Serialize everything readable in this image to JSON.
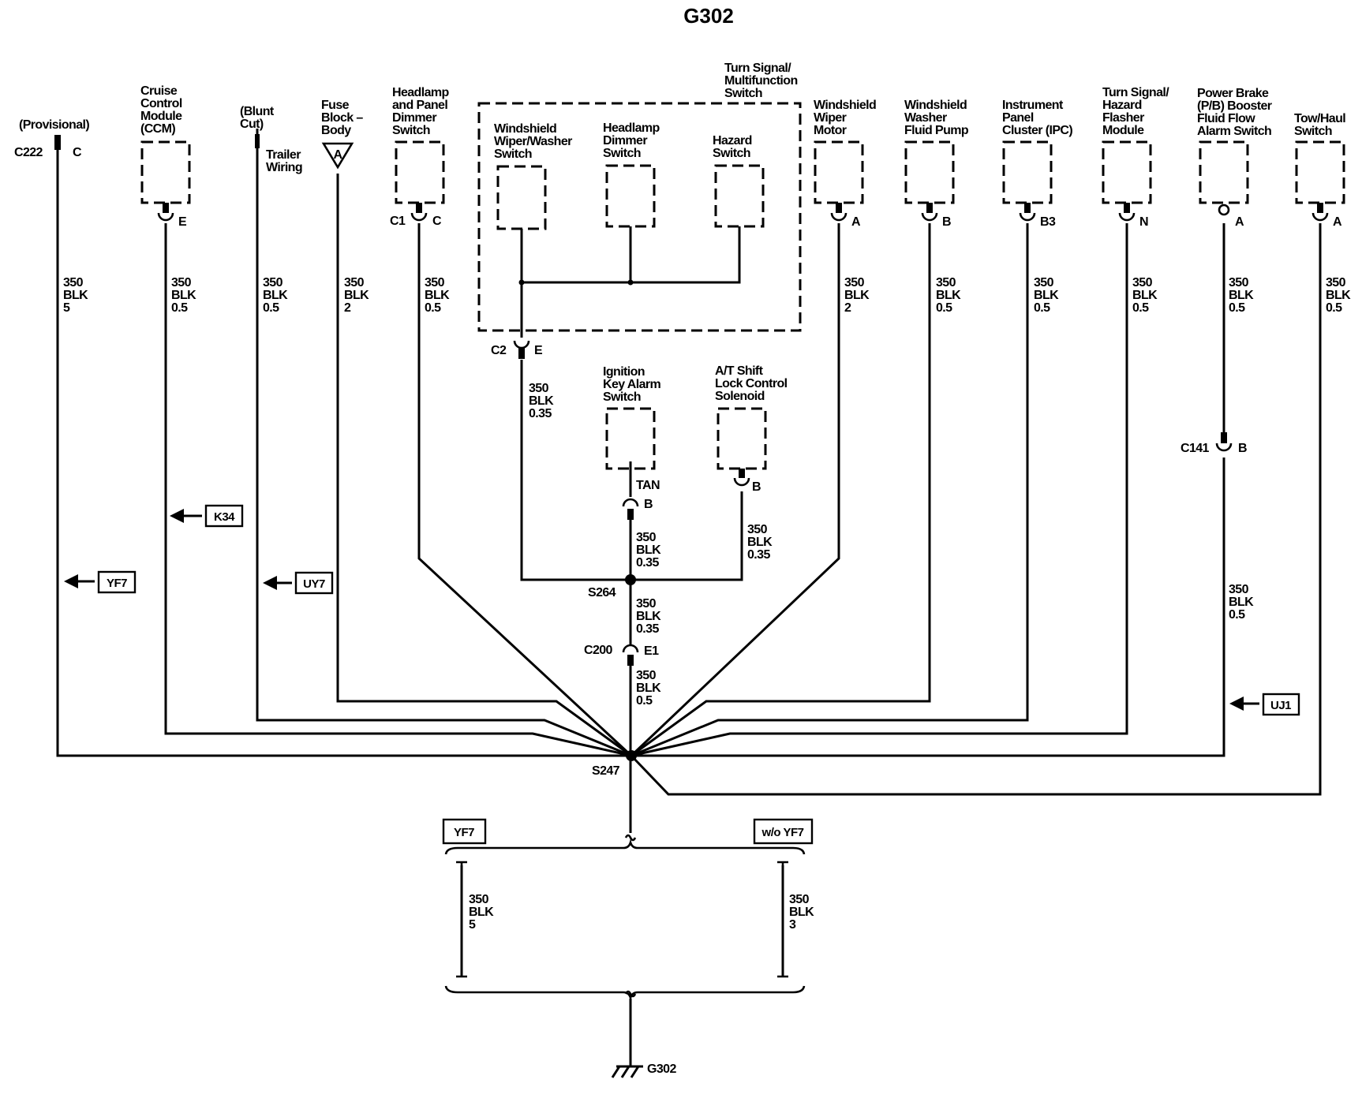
{
  "title": "G302",
  "ground": "G302",
  "components": {
    "provisional": "(Provisional)",
    "c222": "C222",
    "c222_pin": "C",
    "ccm": [
      "Cruise",
      "Control",
      "Module",
      "(CCM)"
    ],
    "ccm_pin": "E",
    "blunt_cut": [
      "(Blunt",
      "Cut)"
    ],
    "trailer_wiring": [
      "Trailer",
      "Wiring"
    ],
    "fuse_block": [
      "Fuse",
      "Block –",
      "Body"
    ],
    "fuse_pin": "A",
    "headlamp_panel": [
      "Headlamp",
      "and Panel",
      "Dimmer",
      "Switch"
    ],
    "headlamp_panel_conn": "C1",
    "headlamp_panel_pin": "C",
    "turn_signal_multi": [
      "Turn Signal/",
      "Multifunction",
      "Switch"
    ],
    "wiper_washer_switch": [
      "Windshield",
      "Wiper/Washer",
      "Switch"
    ],
    "headlamp_dimmer": [
      "Headlamp",
      "Dimmer",
      "Switch"
    ],
    "hazard_switch": [
      "Hazard",
      "Switch"
    ],
    "multi_conn": "C2",
    "multi_pin": "E",
    "wiper_motor": [
      "Windshield",
      "Wiper",
      "Motor"
    ],
    "wiper_motor_pin": "A",
    "washer_pump": [
      "Windshield",
      "Washer",
      "Fluid Pump"
    ],
    "washer_pump_pin": "B",
    "ipc": [
      "Instrument",
      "Panel",
      "Cluster (IPC)"
    ],
    "ipc_pin": "B3",
    "flasher": [
      "Turn Signal/",
      "Hazard",
      "Flasher",
      "Module"
    ],
    "flasher_pin": "N",
    "pb_booster": [
      "Power Brake",
      "(P/B) Booster",
      "Fluid Flow",
      "Alarm Switch"
    ],
    "pb_booster_pin": "A",
    "tow_haul": [
      "Tow/Haul",
      "Switch"
    ],
    "tow_haul_pin": "A",
    "ignition_key": [
      "Ignition",
      "Key Alarm",
      "Switch"
    ],
    "ignition_wire_color": "TAN",
    "ignition_pin": "B",
    "at_shift": [
      "A/T Shift",
      "Lock Control",
      "Solenoid"
    ],
    "at_shift_pin": "B",
    "c141": "C141",
    "c141_pin": "B",
    "c200": "C200",
    "c200_pin": "E1",
    "s264": "S264",
    "s247": "S247"
  },
  "wires": {
    "c222": [
      "350",
      "BLK",
      "5"
    ],
    "ccm": [
      "350",
      "BLK",
      "0.5"
    ],
    "trailer": [
      "350",
      "BLK",
      "0.5"
    ],
    "fuse": [
      "350",
      "BLK",
      "2"
    ],
    "headlamp_panel": [
      "350",
      "BLK",
      "0.5"
    ],
    "multi": [
      "350",
      "BLK",
      "0.35"
    ],
    "ignition": [
      "350",
      "BLK",
      "0.35"
    ],
    "at_shift": [
      "350",
      "BLK",
      "0.35"
    ],
    "s264_c200": [
      "350",
      "BLK",
      "0.35"
    ],
    "c200_s247": [
      "350",
      "BLK",
      "0.5"
    ],
    "wiper_motor": [
      "350",
      "BLK",
      "2"
    ],
    "washer_pump": [
      "350",
      "BLK",
      "0.5"
    ],
    "ipc": [
      "350",
      "BLK",
      "0.5"
    ],
    "flasher": [
      "350",
      "BLK",
      "0.5"
    ],
    "pb_upper": [
      "350",
      "BLK",
      "0.5"
    ],
    "pb_lower": [
      "350",
      "BLK",
      "0.5"
    ],
    "tow_haul": [
      "350",
      "BLK",
      "0.5"
    ],
    "ground_yf7": [
      "350",
      "BLK",
      "5"
    ],
    "ground_wo_yf7": [
      "350",
      "BLK",
      "3"
    ]
  },
  "options": {
    "k34": "K34",
    "yf7_left": "YF7",
    "uy7": "UY7",
    "uj1": "UJ1",
    "yf7_ground": "YF7",
    "wo_yf7_ground": "w/o YF7"
  }
}
